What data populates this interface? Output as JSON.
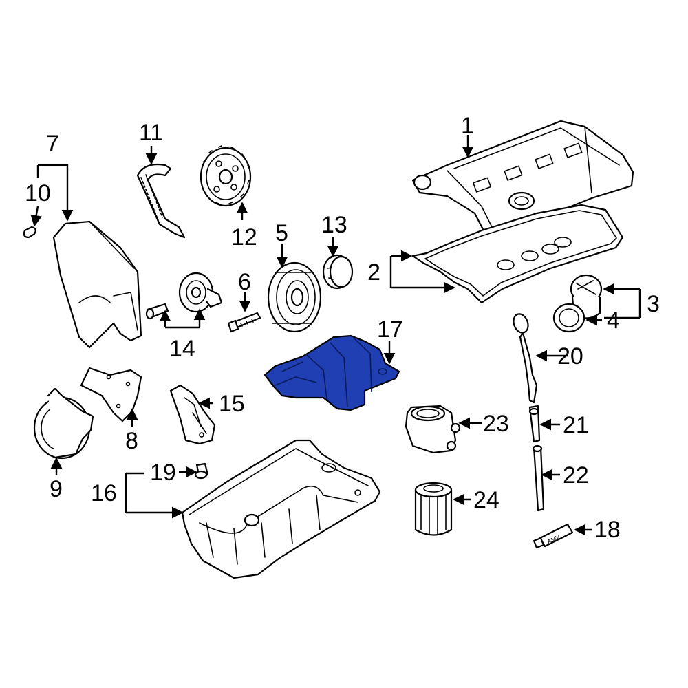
{
  "diagram": {
    "highlighted_part": "17",
    "highlight_color": "#1f3fb3",
    "callouts": {
      "c1": "1",
      "c2": "2",
      "c3": "3",
      "c4": "4",
      "c5": "5",
      "c6": "6",
      "c7": "7",
      "c8": "8",
      "c9": "9",
      "c10": "10",
      "c11": "11",
      "c12": "12",
      "c13": "13",
      "c14": "14",
      "c15": "15",
      "c16": "16",
      "c17": "17",
      "c18": "18",
      "c19": "19",
      "c20": "20",
      "c21": "21",
      "c22": "22",
      "c23": "23",
      "c24": "24"
    },
    "tube_label": "AMV"
  }
}
